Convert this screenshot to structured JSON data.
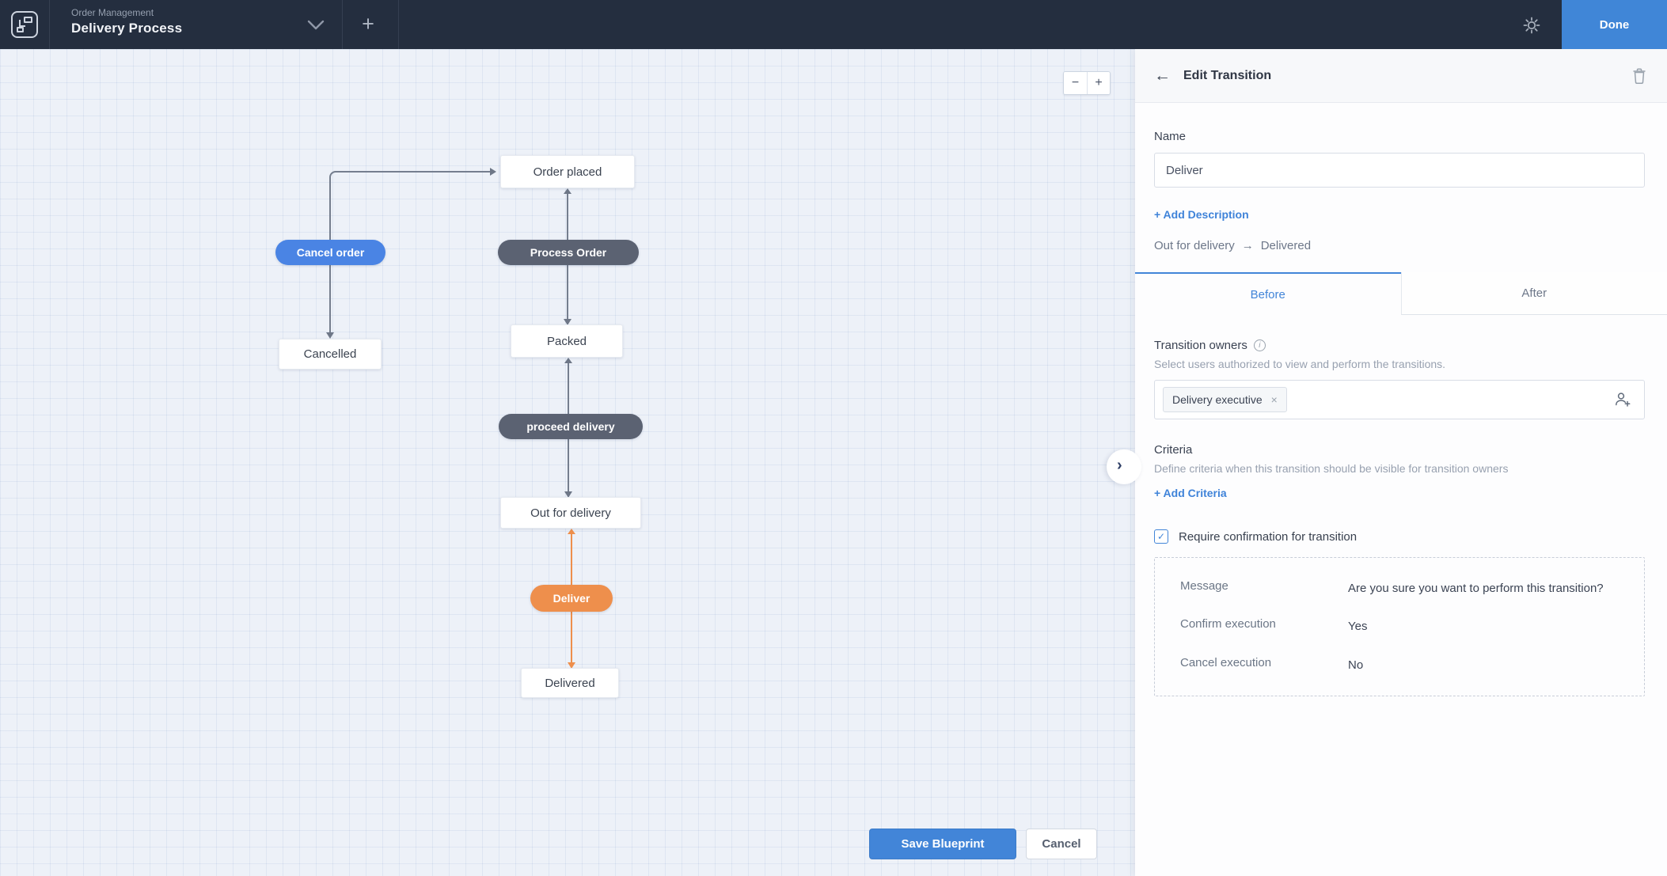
{
  "colors": {
    "topbar": "#242e3f",
    "accent_blue": "#4285d8",
    "pill_dark": "#5b6272",
    "pill_blue": "#4a84e4",
    "pill_orange": "#ee8f4c",
    "canvas_bg": "#edf1f8"
  },
  "icons": {
    "plus": "+",
    "minus": "−",
    "back_arrow": "←",
    "collapse_chevron": "›",
    "chip_close": "×",
    "check": "✓",
    "info": "i"
  },
  "topbar": {
    "module_label": "Order Management",
    "title": "Delivery Process",
    "done_label": "Done"
  },
  "canvas": {
    "states": {
      "order_placed": "Order placed",
      "packed": "Packed",
      "out_for_delivery": "Out for delivery",
      "delivered": "Delivered",
      "cancelled": "Cancelled"
    },
    "transitions": {
      "process_order": "Process Order",
      "proceed_delivery": "proceed delivery",
      "deliver": "Deliver",
      "cancel_order": "Cancel order"
    },
    "save_label": "Save Blueprint",
    "cancel_label": "Cancel"
  },
  "panel": {
    "header": {
      "title": "Edit Transition"
    },
    "name": {
      "label": "Name",
      "value": "Deliver"
    },
    "add_description_label": "+ Add Description",
    "path": {
      "from": "Out for delivery",
      "arrow": "→",
      "to": "Delivered"
    },
    "tabs": {
      "before": "Before",
      "after": "After"
    },
    "owners": {
      "label": "Transition owners",
      "description": "Select users authorized to view and  perform the transitions.",
      "chip": "Delivery executive"
    },
    "criteria": {
      "label": "Criteria",
      "description": "Define criteria when this transition should be visible for transition owners",
      "add_label": "+ Add Criteria"
    },
    "confirmation": {
      "checkbox_label": "Require confirmation for transition",
      "rows": [
        {
          "label": "Message",
          "value": "Are you sure you want to perform this transition?"
        },
        {
          "label": "Confirm execution",
          "value": "Yes"
        },
        {
          "label": "Cancel execution",
          "value": "No"
        }
      ]
    }
  }
}
